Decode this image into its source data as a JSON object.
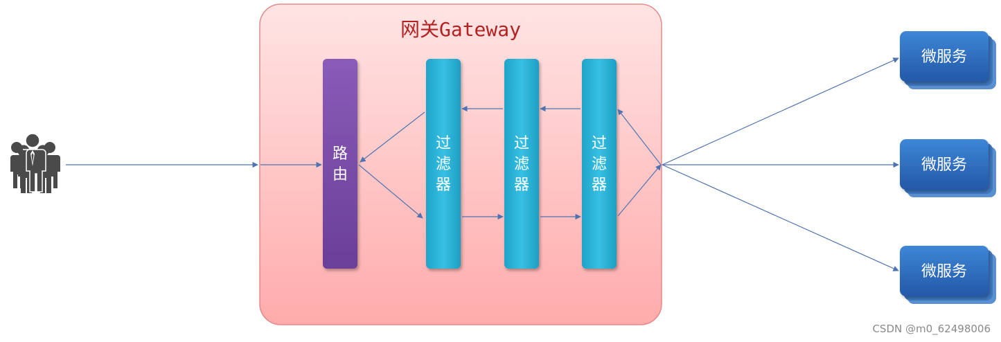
{
  "gateway": {
    "title": "网关Gateway",
    "router_label": "路由",
    "filters": [
      {
        "label": "过滤器"
      },
      {
        "label": "过滤器"
      },
      {
        "label": "过滤器"
      }
    ]
  },
  "clients": {
    "icon": "users-group-icon"
  },
  "microservices": [
    {
      "label": "微服务"
    },
    {
      "label": "微服务"
    },
    {
      "label": "微服务"
    }
  ],
  "watermark": "CSDN @m0_62498006",
  "colors": {
    "gateway_fill": "#FFC9C9",
    "gateway_stroke": "#E06666",
    "title": "#C00000",
    "router": "#7E4BA8",
    "filter": "#2BB3D6",
    "service": "#2E6FC0",
    "arrow": "#4F73B0",
    "people": "#4A4A4A"
  }
}
